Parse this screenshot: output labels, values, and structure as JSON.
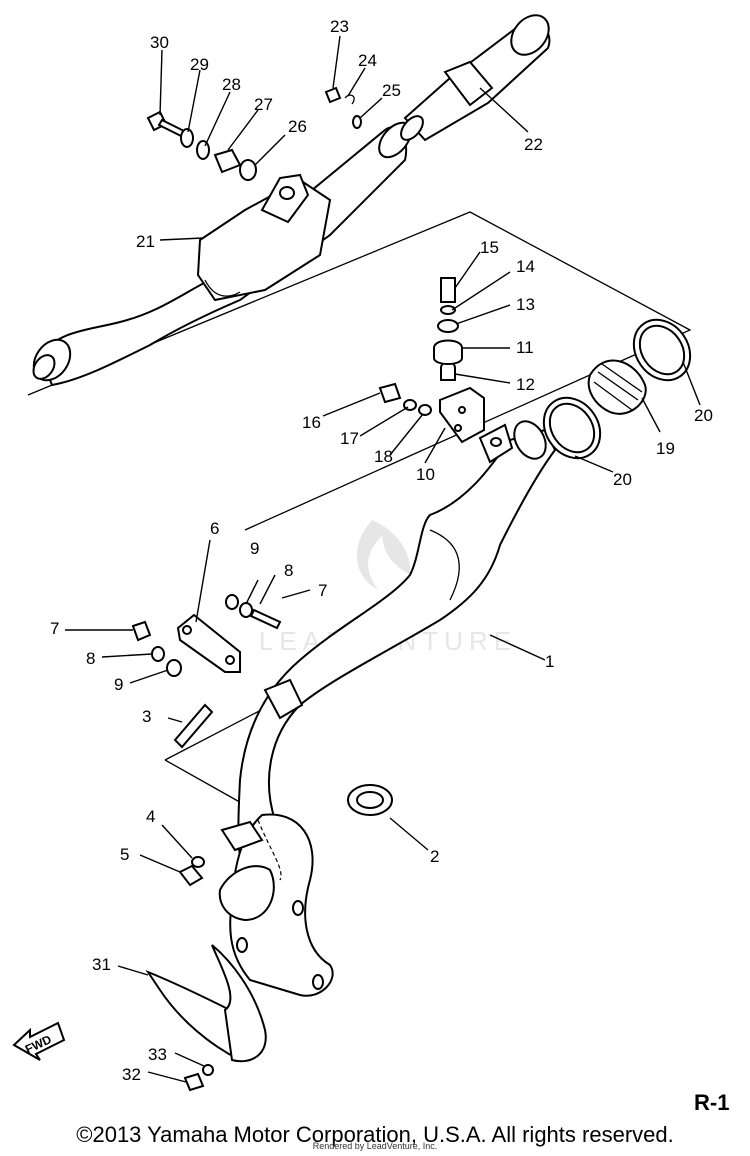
{
  "diagram": {
    "callouts": [
      "1",
      "2",
      "3",
      "4",
      "5",
      "6",
      "7",
      "7",
      "8",
      "8",
      "9",
      "9",
      "10",
      "11",
      "12",
      "13",
      "14",
      "15",
      "16",
      "17",
      "18",
      "19",
      "20",
      "20",
      "21",
      "22",
      "23",
      "24",
      "25",
      "26",
      "27",
      "28",
      "29",
      "30",
      "31",
      "32",
      "33"
    ],
    "fwd_label": "FWD",
    "page_code": "R-1",
    "watermark": "LEADVENTURE"
  },
  "footer": {
    "copyright": "©2013 Yamaha Motor Corporation, U.S.A. All rights reserved.",
    "rendered_by": "Rendered by LeadVenture, Inc."
  }
}
